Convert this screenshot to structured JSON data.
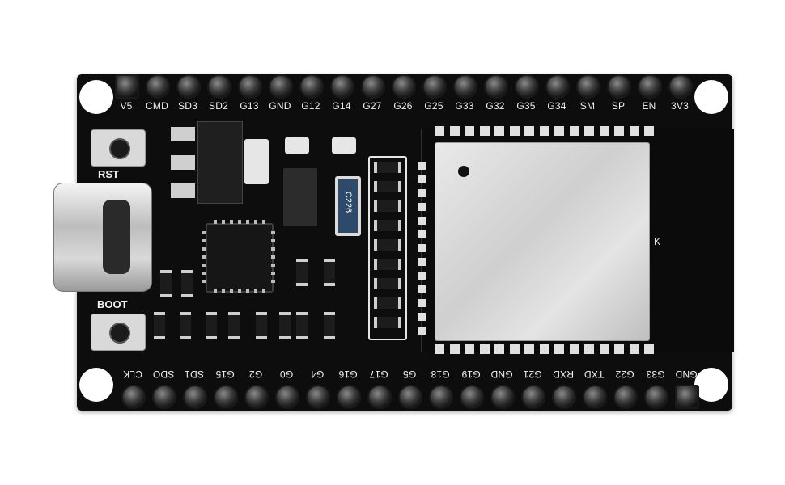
{
  "image": {
    "subject": "ESP32 development board",
    "background_color": "#ffffff",
    "board_color": "#0d0d0d"
  },
  "top_pins": [
    "V5",
    "CMD",
    "SD3",
    "SD2",
    "G13",
    "GND",
    "G12",
    "G14",
    "G27",
    "G26",
    "G25",
    "G33",
    "G32",
    "G35",
    "G34",
    "SM",
    "SP",
    "EN",
    "3V3"
  ],
  "bottom_pins": [
    "CLK",
    "SDO",
    "SD1",
    "G15",
    "G2",
    "G0",
    "G4",
    "G16",
    "G17",
    "G5",
    "G18",
    "G19",
    "GND",
    "G21",
    "RXD",
    "TXD",
    "G22",
    "G33",
    "GND"
  ],
  "buttons": {
    "rst_label": "RST",
    "boot_label": "BOOT"
  },
  "components": {
    "capacitor_label": "C226",
    "antenna_mark": "K"
  }
}
